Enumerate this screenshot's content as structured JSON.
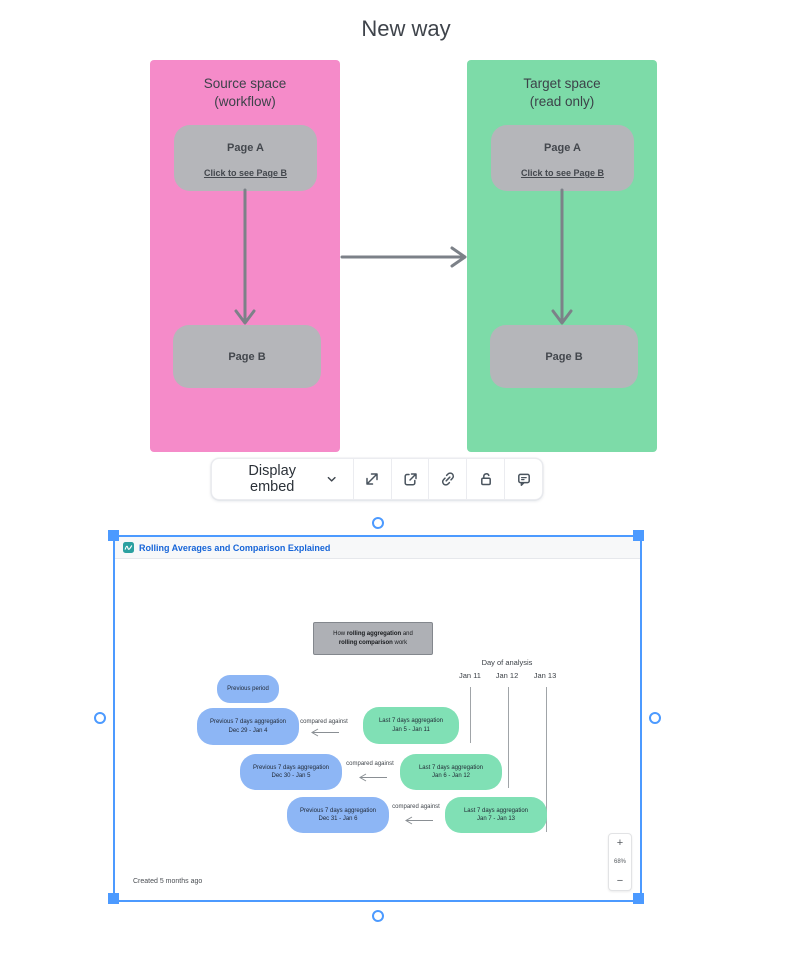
{
  "page": {
    "title": "New way"
  },
  "flow": {
    "source_panel": {
      "title_line1": "Source space",
      "title_line2": "(workflow)",
      "color": "#f58bc9"
    },
    "target_panel": {
      "title_line1": "Target space",
      "title_line2": "(read only)",
      "color": "#7ddba8"
    },
    "page_a_label": "Page A",
    "page_a_link": "Click to see Page B",
    "page_b_label": "Page B",
    "node_color": "#b5b6ba",
    "arrow_color": "#7c8188"
  },
  "toolbar": {
    "display_button_label": "Display embed",
    "icon_names": [
      "chevron-down",
      "expand",
      "open-in-new",
      "link",
      "unlock",
      "comment"
    ]
  },
  "embed": {
    "title": "Rolling Averages and Comparison Explained",
    "footer": "Created 5 months ago",
    "zoom_controls": {
      "plus": "+",
      "level": "68%",
      "minus": "−"
    },
    "selection_color": "#4c9aff",
    "diagram": {
      "heading": {
        "line1_pre": "How ",
        "line1_bold": "rolling aggregation",
        "line1_post": " and",
        "line2_bold": "rolling comparison",
        "line2_post": " work"
      },
      "axis_label": "Day of analysis",
      "dates": [
        "Jan 11",
        "Jan 12",
        "Jan 13"
      ],
      "previous_period_label": "Previous period",
      "compare_label": "compared against",
      "rows": [
        {
          "prev_title": "Previous 7 days aggregation",
          "prev_range": "Dec 29 - Jan 4",
          "last_title": "Last 7 days aggregation",
          "last_range": "Jan 5 - Jan 11"
        },
        {
          "prev_title": "Previous 7 days aggregation",
          "prev_range": "Dec 30 - Jan 5",
          "last_title": "Last 7 days aggregation",
          "last_range": "Jan 6 - Jan 12"
        },
        {
          "prev_title": "Previous 7 days aggregation",
          "prev_range": "Dec 31 - Jan 6",
          "last_title": "Last 7 days aggregation",
          "last_range": "Jan 7 - Jan 13"
        }
      ],
      "colors": {
        "previous_pill": "#8db6f5",
        "last_pill": "#80e0b5",
        "heading_box": "#aeb0b5"
      }
    }
  }
}
